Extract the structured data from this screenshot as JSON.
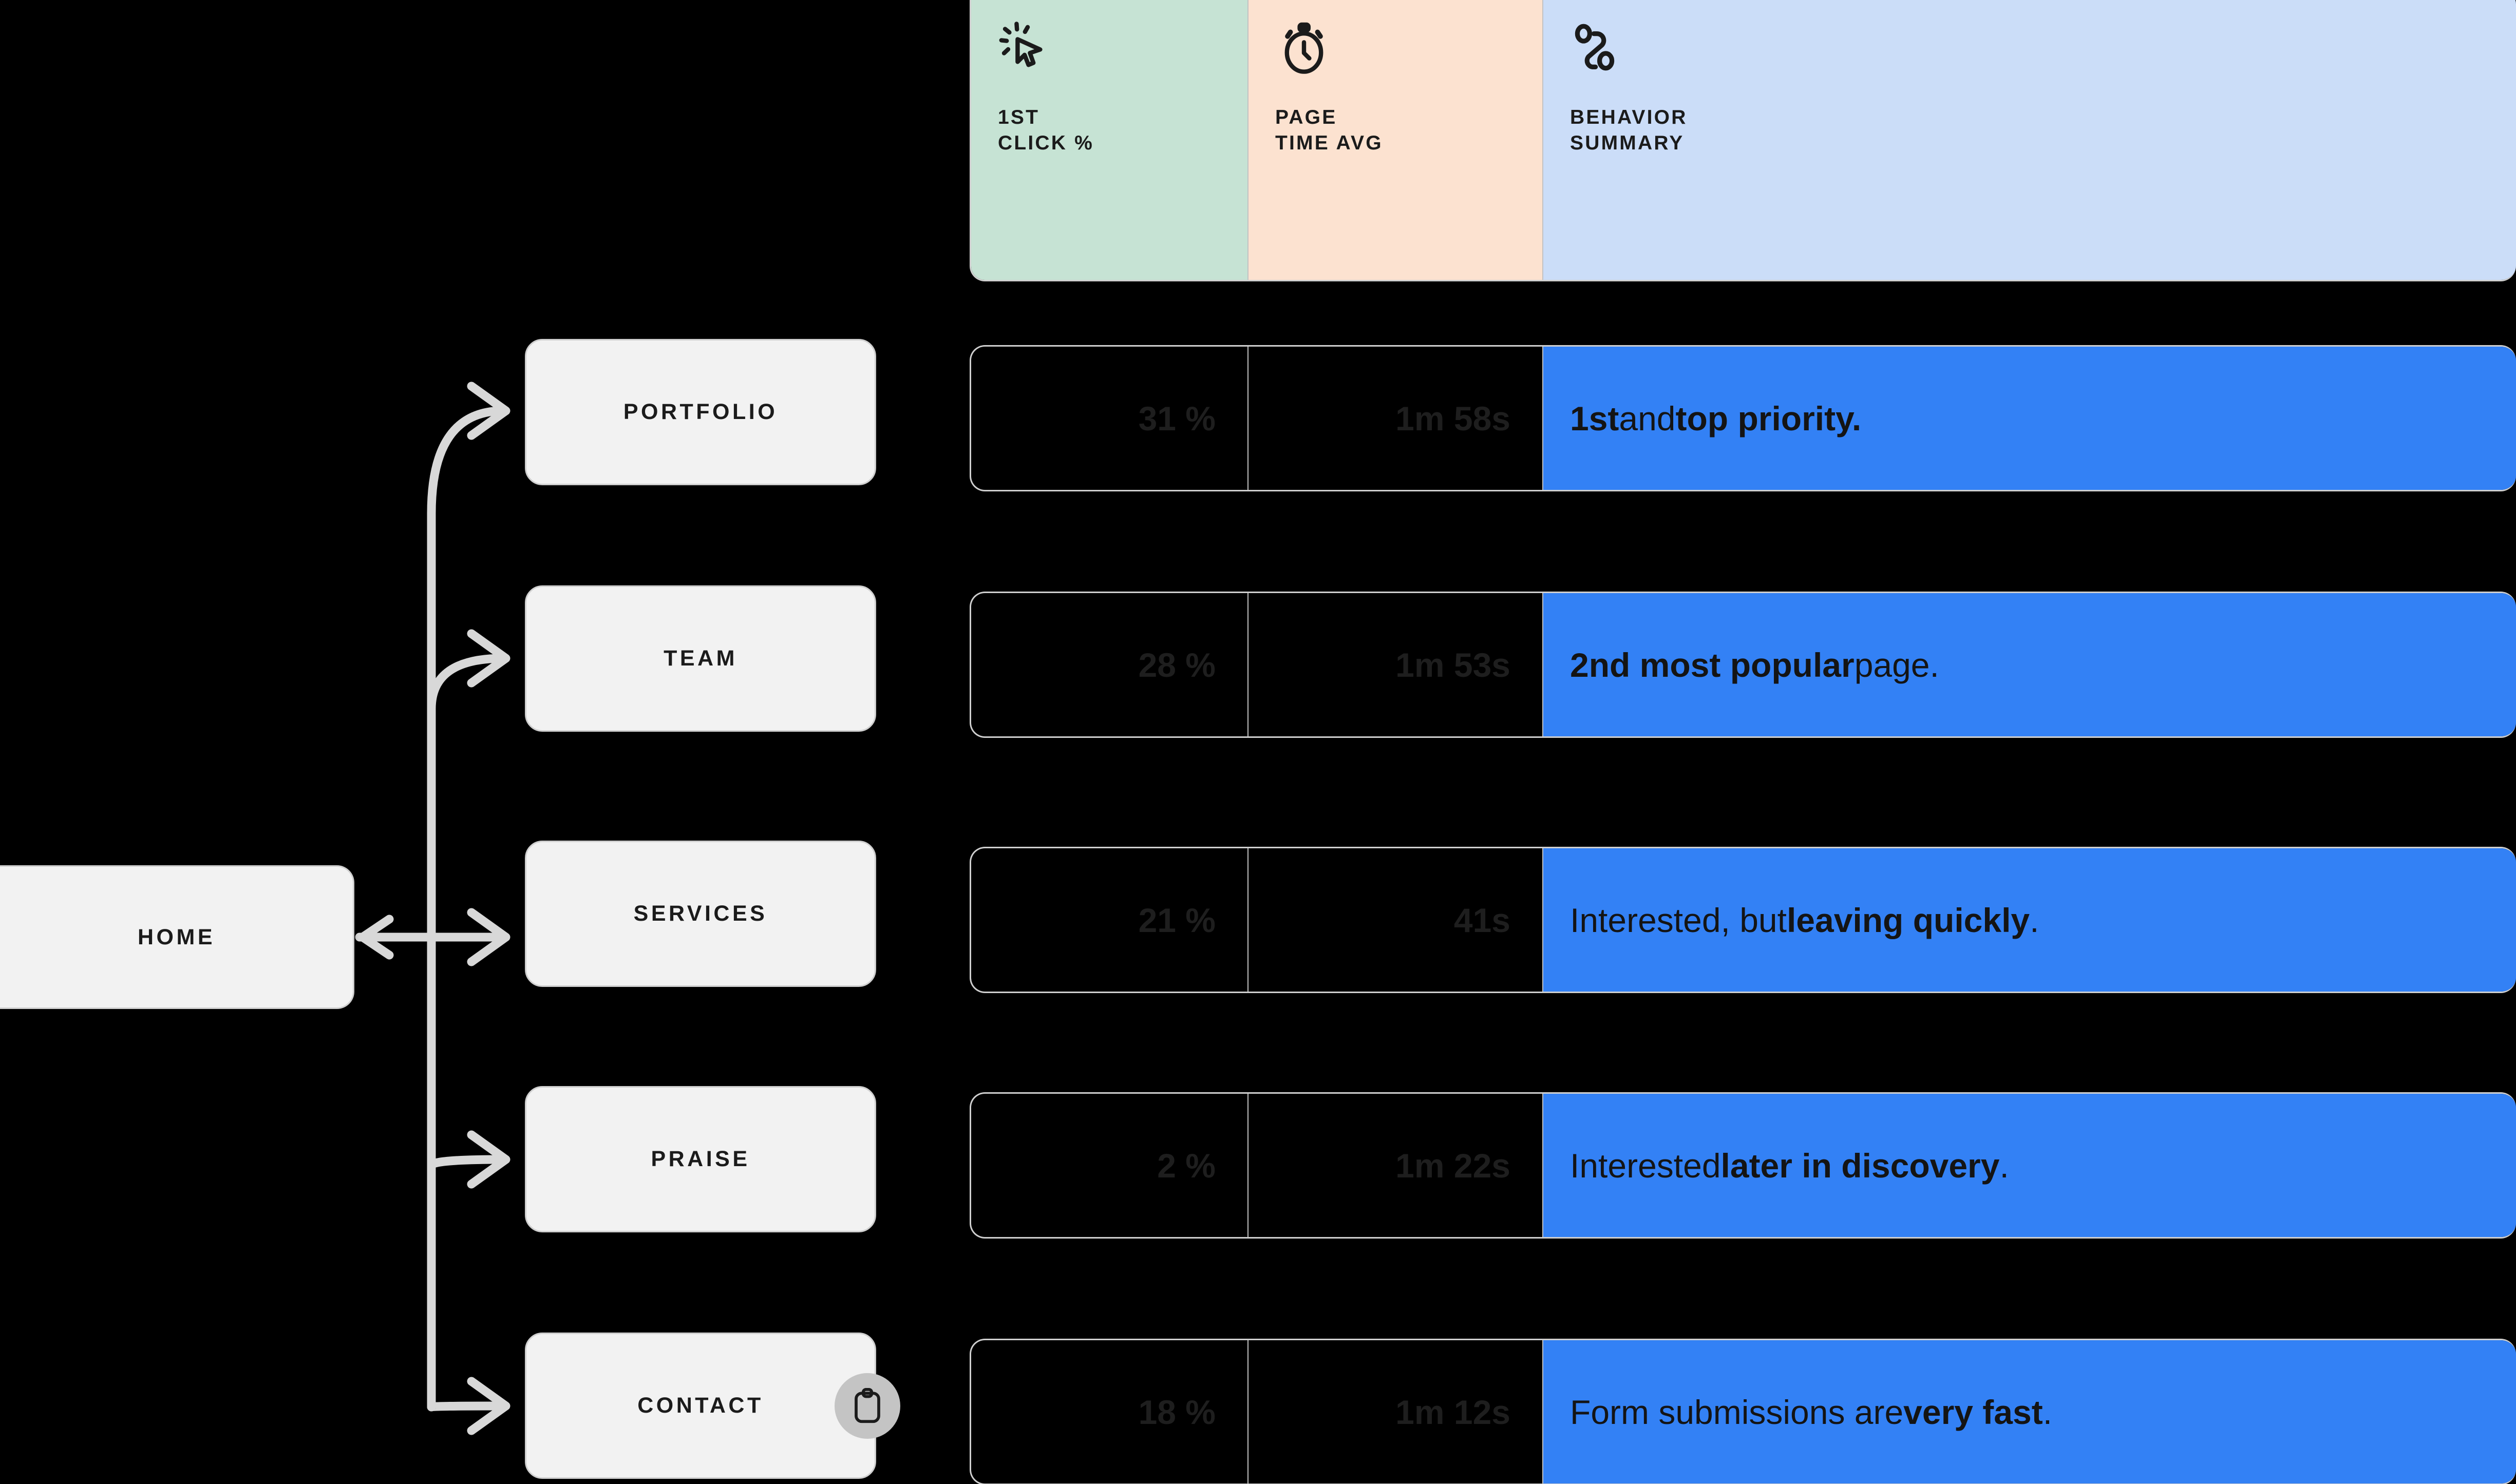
{
  "tree": {
    "root": {
      "label": "HOME"
    },
    "children": [
      {
        "label": "PORTFOLIO"
      },
      {
        "label": "TEAM"
      },
      {
        "label": "SERVICES"
      },
      {
        "label": "PRAISE"
      },
      {
        "label": "CONTACT",
        "badge_icon": "clipboard-icon"
      }
    ]
  },
  "table": {
    "headers": [
      {
        "icon": "click-cursor-icon",
        "label": "1ST\nCLICK %",
        "bg": "#C6E3D4"
      },
      {
        "icon": "stopwatch-icon",
        "label": "PAGE\nTIME AVG",
        "bg": "#FCE2D0"
      },
      {
        "icon": "behavior-path-icon",
        "label": "BEHAVIOR\nSUMMARY",
        "bg": "#CBDDF8"
      }
    ],
    "rows": [
      {
        "page": "PORTFOLIO",
        "first_click_pct": "31 %",
        "page_time_avg": "1m  58s",
        "summary_parts": [
          {
            "text": "1st",
            "bold": true
          },
          {
            "text": " and ",
            "bold": false
          },
          {
            "text": "top priority.",
            "bold": true
          }
        ]
      },
      {
        "page": "TEAM",
        "first_click_pct": "28 %",
        "page_time_avg": "1m  53s",
        "summary_parts": [
          {
            "text": "2nd most popular",
            "bold": true
          },
          {
            "text": " page.",
            "bold": false
          }
        ]
      },
      {
        "page": "SERVICES",
        "first_click_pct": "21 %",
        "page_time_avg": "41s",
        "summary_parts": [
          {
            "text": "Interested, but ",
            "bold": false
          },
          {
            "text": "leaving quickly",
            "bold": true
          },
          {
            "text": ".",
            "bold": false
          }
        ]
      },
      {
        "page": "PRAISE",
        "first_click_pct": "2 %",
        "page_time_avg": "1m  22s",
        "summary_parts": [
          {
            "text": "Interested ",
            "bold": false
          },
          {
            "text": "later in discovery",
            "bold": true
          },
          {
            "text": ".",
            "bold": false
          }
        ]
      },
      {
        "page": "CONTACT",
        "first_click_pct": "18 %",
        "page_time_avg": "1m  12s",
        "summary_parts": [
          {
            "text": "Form submissions are ",
            "bold": false
          },
          {
            "text": "very fast",
            "bold": true
          },
          {
            "text": ".",
            "bold": false
          }
        ]
      }
    ]
  },
  "colors": {
    "background": "#000000",
    "node_fill": "#F2F2F2",
    "node_border": "#CFCFCF",
    "connector": "#D8D8D8",
    "accent_blue": "#3381F5",
    "header_green": "#C6E3D4",
    "header_peach": "#FCE2D0",
    "header_blue": "#CBDDF8",
    "badge_fill": "#C4C4C4",
    "dim_value_text": "#1E1E1E"
  }
}
